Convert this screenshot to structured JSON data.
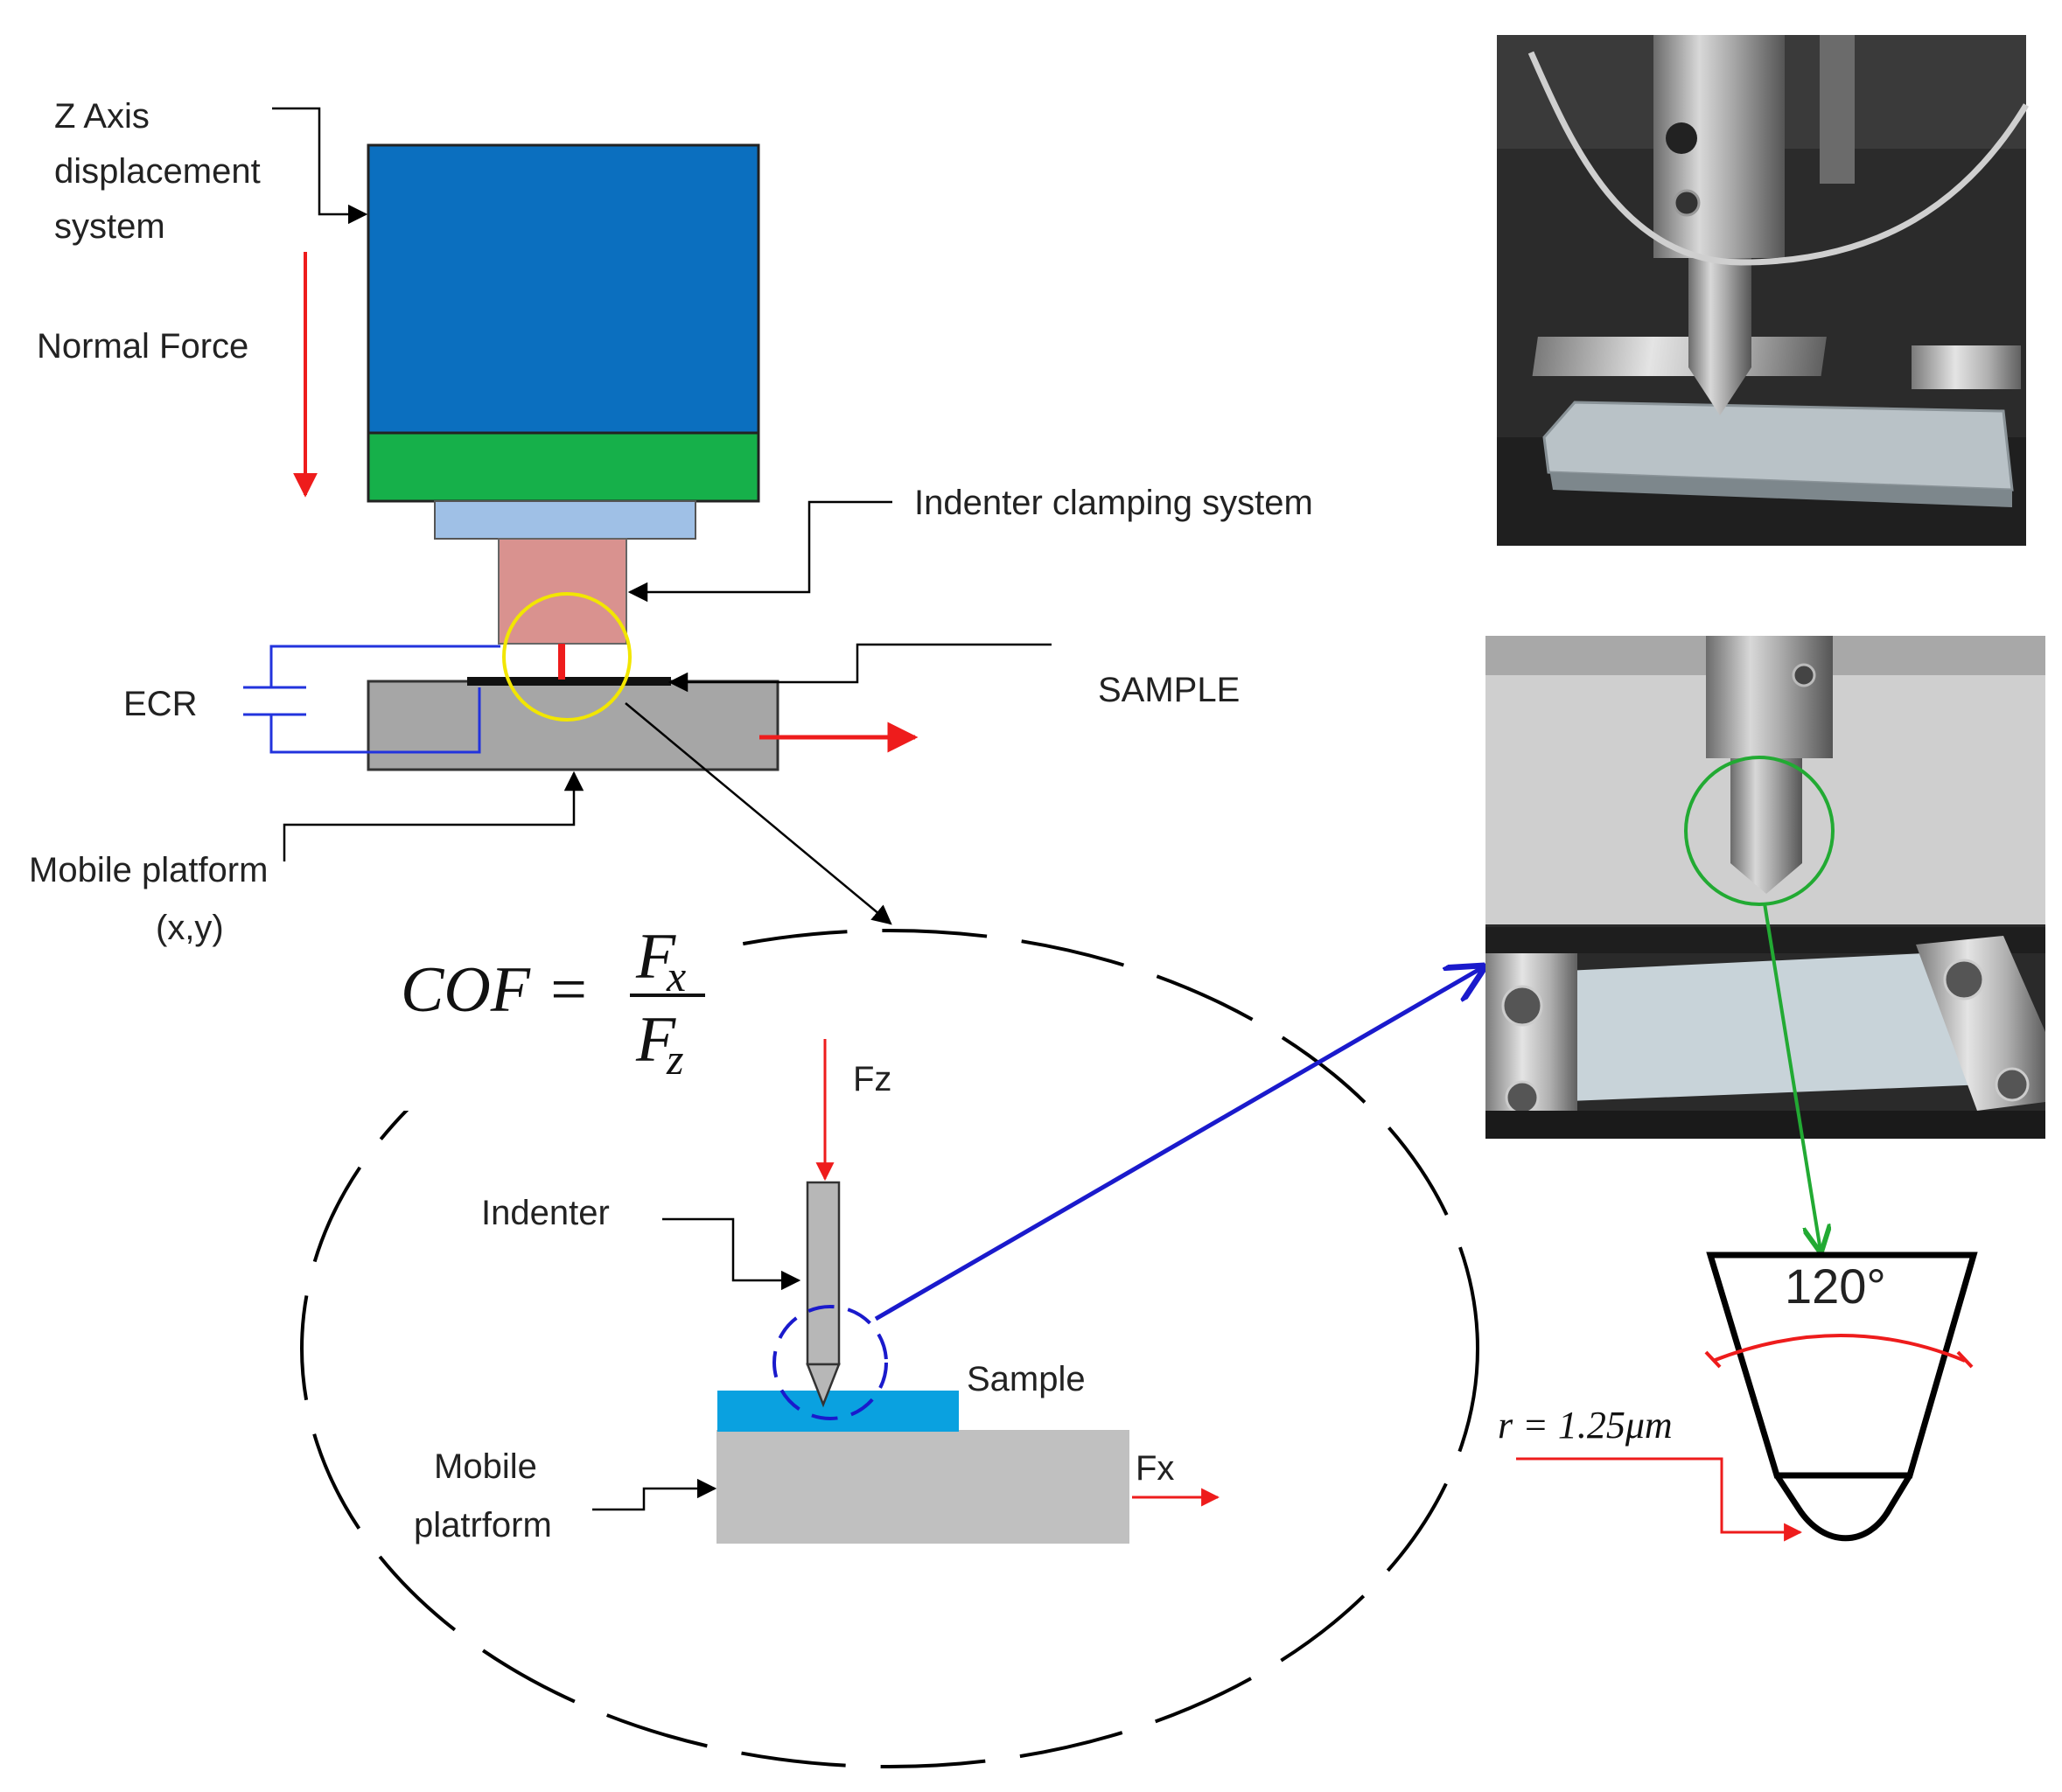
{
  "labels": {
    "z_axis": [
      "Z Axis",
      "displacement",
      "system"
    ],
    "normal_force": "Normal Force",
    "indenter_clamping": "Indenter clamping system",
    "ecr": "ECR",
    "sample_upper": "SAMPLE",
    "mobile_platform": [
      "Mobile platform",
      "(x,y)"
    ],
    "fz": "Fz",
    "indenter": "Indenter",
    "sample": "Sample",
    "mobile_platrform": [
      "Mobile",
      "platrform"
    ],
    "fx": "Fx"
  },
  "equation": {
    "lhs": "COF =",
    "numerator": "F",
    "numerator_sub": "x",
    "denominator": "F",
    "denominator_sub": "z"
  },
  "tip": {
    "angle": "120°",
    "radius": "r = 1.25μm"
  },
  "colors": {
    "z_block": "#0b6fbf",
    "green_stage": "#16b04a",
    "light_blue_plate": "#9fc0e6",
    "pink_holder": "#d9928f",
    "red": "#ee1c1c",
    "blue_wire": "#2233dd",
    "yellow_circle": "#f2e600",
    "sample_cyan": "#0aa1e0",
    "platform_gray": "#a6a6a6",
    "green_arrow": "#22aa33",
    "pointer_blue": "#1a1acc"
  }
}
